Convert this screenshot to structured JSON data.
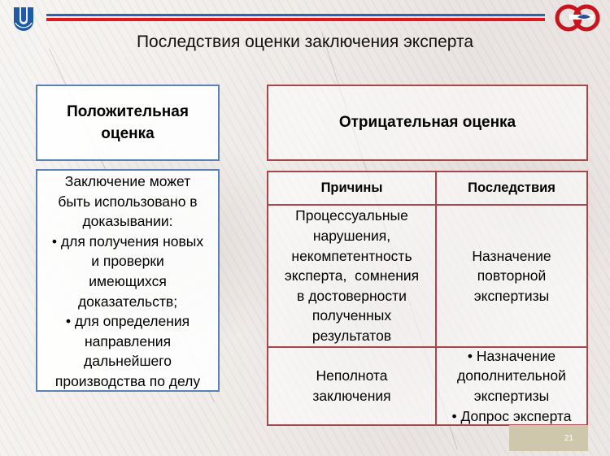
{
  "header": {
    "title": "Последствия оценки заключения эксперта",
    "logo_left": "university-logo-icon",
    "logo_right": "forensic-center-logo-icon",
    "colors": {
      "stripe_blue": "#2a62b4",
      "stripe_red": "#e4181c"
    }
  },
  "positive": {
    "heading_line1": "Положительная",
    "heading_line2": "оценка",
    "body_lines": [
      "Заключение может",
      "быть использовано в",
      "доказывании:",
      "• для получения новых",
      "и проверки",
      "имеющихся",
      "доказательств;",
      "• для определения",
      "направления",
      "дальнейшего",
      "производства по делу"
    ],
    "border_color": "#5a82b8"
  },
  "negative": {
    "heading": "Отрицательная оценка",
    "border_color": "#a8464c",
    "table": {
      "columns": [
        "Причины",
        "Последствия"
      ],
      "rows": [
        {
          "cause_lines": [
            "Процессуальные",
            "нарушения,",
            "некомпетентность",
            "эксперта,  сомнения",
            "в достоверности",
            "полученных",
            "результатов"
          ],
          "consequence_lines": [
            "Назначение",
            "повторной",
            "экспертизы"
          ]
        },
        {
          "cause_lines": [
            "Неполнота",
            "заключения"
          ],
          "consequence_lines": [
            "• Назначение",
            "дополнительной",
            "экспертизы",
            "• Допрос эксперта"
          ]
        }
      ]
    }
  },
  "footer": {
    "page_number": "21"
  }
}
